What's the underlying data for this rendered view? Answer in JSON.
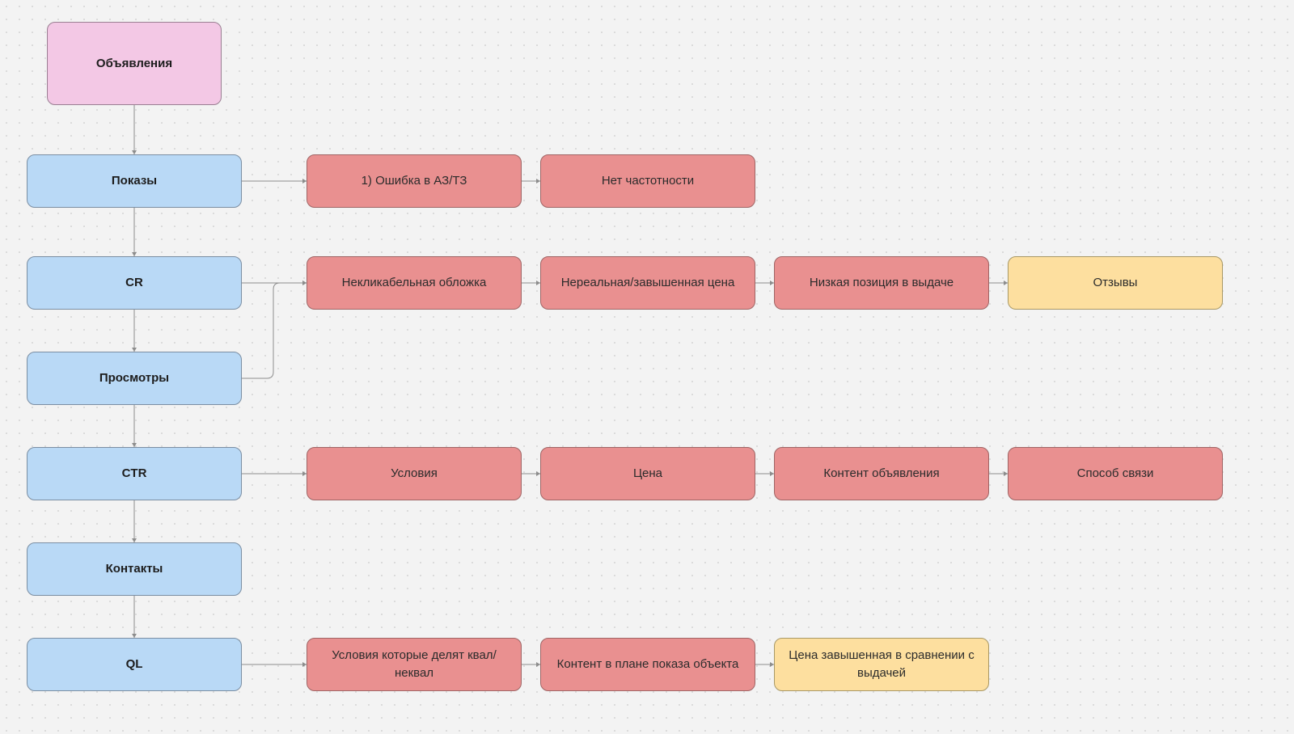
{
  "diagram": {
    "root": {
      "label": "Объявления"
    },
    "metrics": [
      {
        "id": "pokazy",
        "label": "Показы"
      },
      {
        "id": "cr",
        "label": "CR"
      },
      {
        "id": "prosmotry",
        "label": "Просмотры"
      },
      {
        "id": "ctr",
        "label": "CTR"
      },
      {
        "id": "kontakty",
        "label": "Контакты"
      },
      {
        "id": "ql",
        "label": "QL"
      }
    ],
    "factors": {
      "pokazy": [
        "1) Ошибка в АЗ/ТЗ",
        "Нет частотности"
      ],
      "cr": [
        "Некликабельная обложка",
        "Нереальная/завышенная цена",
        "Низкая позиция в выдаче",
        "Отзывы"
      ],
      "ctr": [
        "Условия",
        "Цена",
        "Контент объявления",
        "Способ связи"
      ],
      "ql": [
        "Условия которые делят квал/неквал",
        "Контент в плане показа объекта",
        "Цена завышенная в сравнении с выдачей"
      ]
    },
    "colors": {
      "metric": "#b9d9f6",
      "root": "#f3c8e5",
      "issue": "#e99090",
      "note": "#fddf9f",
      "connector": "#8d8d8d"
    }
  }
}
